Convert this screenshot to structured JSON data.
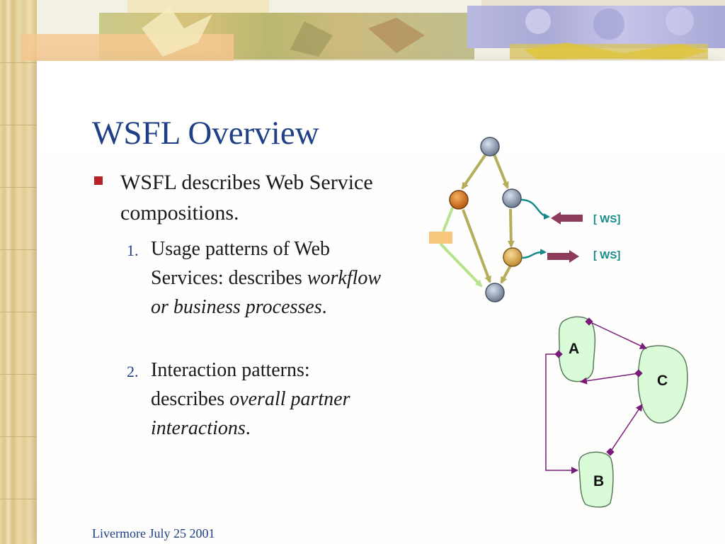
{
  "slide": {
    "title": "WSFL Overview",
    "bullet": "WSFL describes Web Service compositions.",
    "subitems": [
      {
        "number": "1.",
        "text_plain": "Usage patterns of Web Services: describes ",
        "text_italic": "workflow or business processes",
        "text_end": "."
      },
      {
        "number": "2.",
        "text_plain": "Interaction patterns: describes ",
        "text_italic": "overall partner interactions",
        "text_end": "."
      }
    ],
    "footer": "Livermore July 25 2001"
  },
  "diagram_flow": {
    "ws_label_1": "[ WS]",
    "ws_label_2": "[ WS]"
  },
  "diagram_partners": {
    "node_a": "A",
    "node_b": "B",
    "node_c": "C"
  },
  "colors": {
    "title": "#1f3f86",
    "bullet": "#b8202a",
    "ws_label": "#168a88",
    "ws_arrow": "#8e3a5a",
    "partner_fill": "#d9fbd8",
    "partner_edge": "#7a1a7a"
  }
}
